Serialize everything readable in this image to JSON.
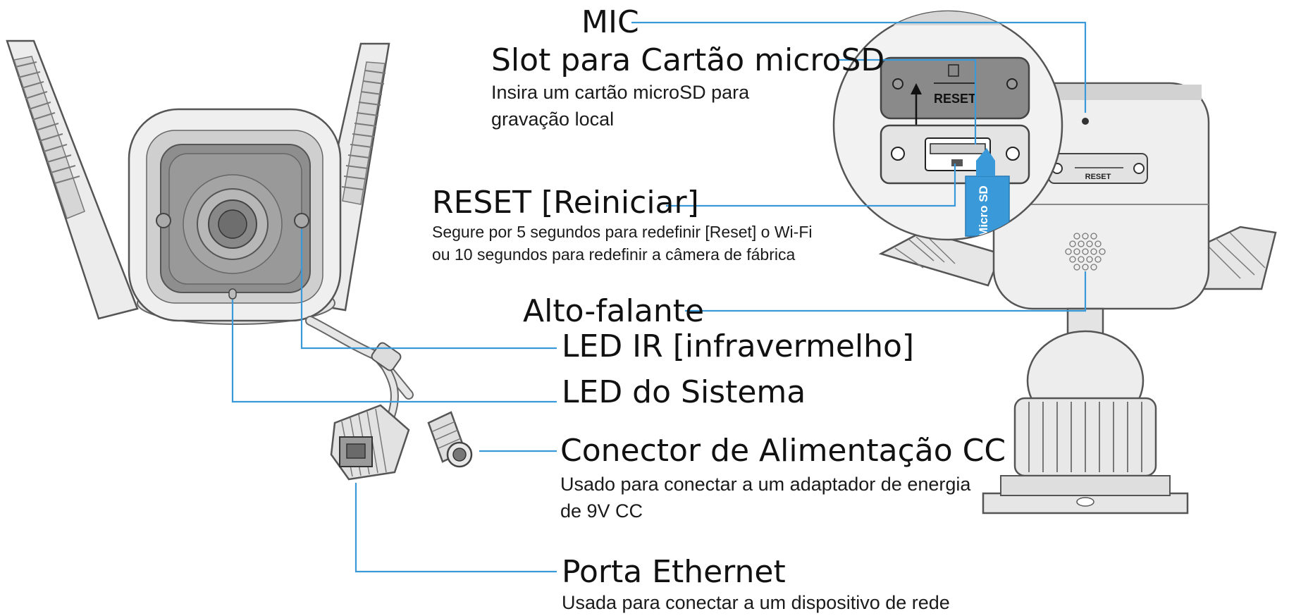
{
  "labels": {
    "mic": {
      "title": "MIC"
    },
    "microsd_slot": {
      "title": "Slot para Cartão microSD",
      "description": "Insira um cartão microSD para gravação local"
    },
    "reset": {
      "title": "RESET [Reiniciar]",
      "description": "Segure por 5 segundos para redefinir [Reset] o Wi-Fi ou 10 segundos para redefinir a câmera de fábrica"
    },
    "speaker": {
      "title": "Alto-falante"
    },
    "ir_led": {
      "title": "LED IR [infravermelho]"
    },
    "system_led": {
      "title": "LED do Sistema"
    },
    "dc_connector": {
      "title": "Conector de Alimentação CC",
      "description": "Usado para conectar a um adaptador de energia de 9V CC"
    },
    "ethernet_port": {
      "title": "Porta Ethernet",
      "description": "Usada para conectar a um dispositivo de rede"
    }
  },
  "device_marks": {
    "reset_plate": "RESET",
    "reset_plate_small": "RESET",
    "microsd_card": "Micro SD"
  },
  "colors": {
    "leader_line": "#3a9ad9",
    "camera_body": "#eeeeee",
    "camera_outline": "#555555",
    "lens_dark": "#8c8c8c",
    "sd_card": "#3a9ad9"
  }
}
